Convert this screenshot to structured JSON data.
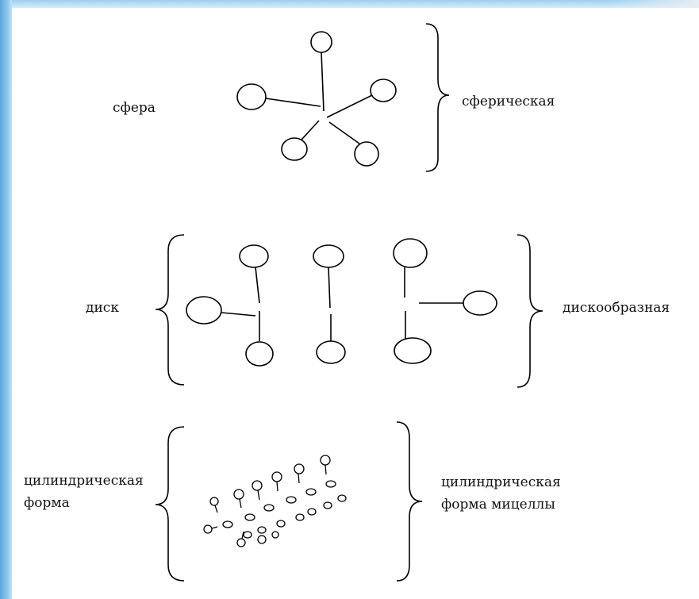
{
  "rows": [
    {
      "left_label": "сфера",
      "right_label": "сферическая"
    },
    {
      "left_label": "диск",
      "right_label": "дискообразная"
    },
    {
      "left_label_line1": "цилиндрическая",
      "left_label_line2": "форма",
      "right_label_line1": "цилиндрическая",
      "right_label_line2": "форма мицеллы"
    }
  ],
  "colors": {
    "stroke": "#000000",
    "text": "#111111",
    "accent_strip": "#7fbfe8"
  }
}
